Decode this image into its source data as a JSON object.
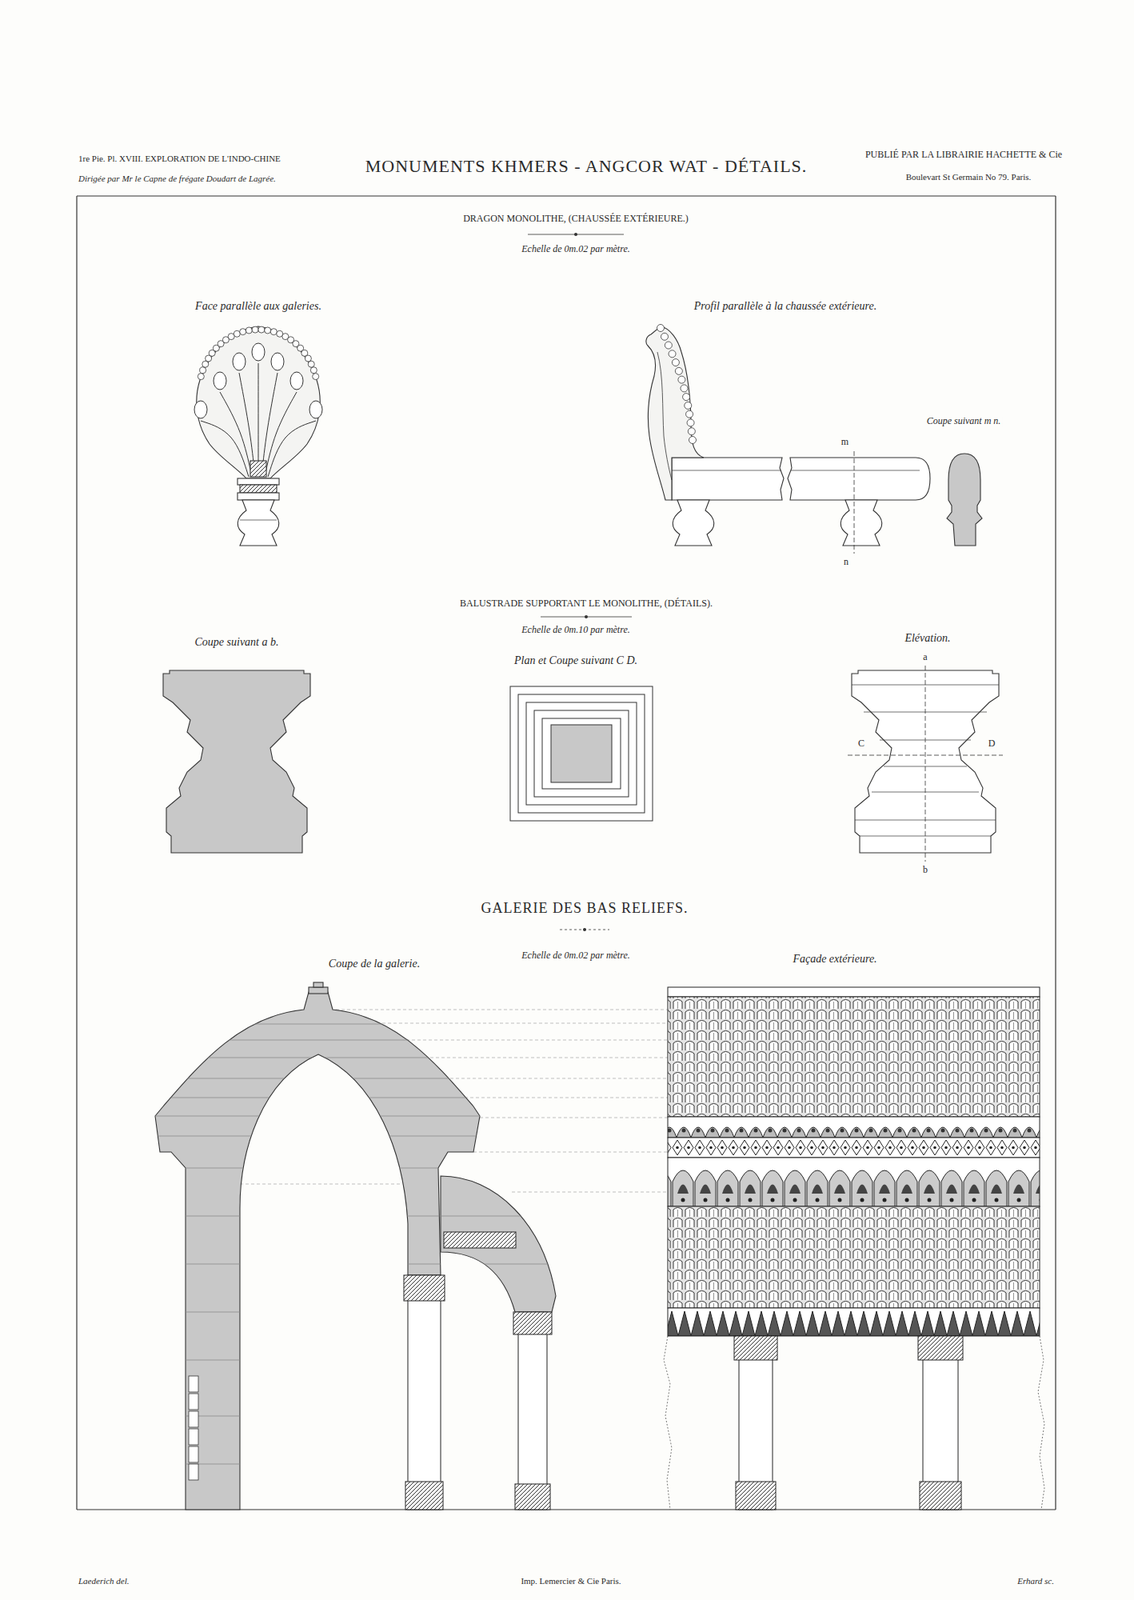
{
  "diagram": {
    "title": "MONUMENTS KHMERS - ANGCOR WAT - DÉTAILS.",
    "labels": [
      "1re Pie. Pl. XVIII. EXPLORATION DE L'INDO-CHINE",
      "Dirigée par Mr le Capne de frégate Doudart de Lagrée.",
      "PUBLIÉ PAR LA LIBRAIRIE HACHETTE & Cie",
      "Boulevart St Germain No 79. Paris.",
      "DRAGON MONOLITHE, (CHAUSSÉE EXTÉRIEURE.)",
      "Echelle de 0m.02 par mètre.",
      "Face parallèle aux galeries.",
      "Profil parallèle à la chaussée extérieure.",
      "Coupe suivant m n.",
      "m",
      "n",
      "BALUSTRADE SUPPORTANT LE MONOLITHE, (DÉTAILS).",
      "Echelle de 0m.10 par mètre.",
      "Coupe suivant a b.",
      "Plan et Coupe suivant C D.",
      "Elévation.",
      "a",
      "b",
      "C",
      "D",
      "GALERIE DES BAS RELIEFS.",
      "Coupe de la galerie.",
      "Echelle de 0m.02 par mètre.",
      "Façade extérieure.",
      "Laederich del.",
      "Imp. Lemercier & Cie Paris.",
      "Erhard sc."
    ]
  }
}
